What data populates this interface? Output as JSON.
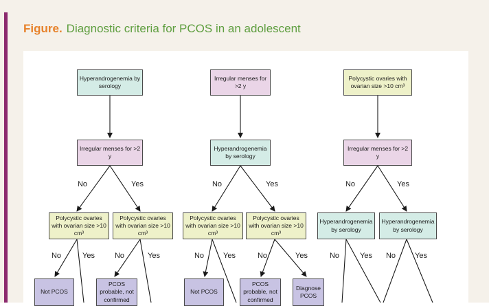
{
  "caption": {
    "label": "Figure.",
    "text": "Diagnostic criteria for PCOS in an adolescent"
  },
  "nodes": {
    "c1_top": "Hyperandrogenemia by serology",
    "c1_mid": "Irregular menses for >2 y",
    "c1_left": "Polycystic ovaries with ovarian size >10 cm³",
    "c1_right": "Polycystic ovaries with ovarian size >10 cm³",
    "c1_notpcos": "Not PCOS",
    "c1_probable": "PCOS probable, not confirmed",
    "c2_top": "Irregular menses for >2 y",
    "c2_mid": "Hyperandrogenemia by serology",
    "c2_left": "Polycystic ovaries with ovarian size >10 cm³",
    "c2_right": "Polycystic ovaries with ovarian size >10 cm³",
    "c2_notpcos": "Not PCOS",
    "c2_probable": "PCOS probable, not confirmed",
    "c2_diagnose": "Diagnose PCOS",
    "c3_top": "Polycystic ovaries with ovarian size >10 cm³",
    "c3_mid": "Irregular menses for >2 y",
    "c3_left": "Hyperandrogenemia by serology",
    "c3_right": "Hyperandrogenemia by serology"
  },
  "labels": {
    "no": "No",
    "yes": "Yes"
  }
}
